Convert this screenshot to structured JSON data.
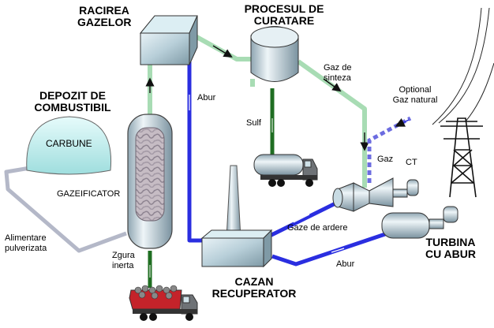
{
  "labels": {
    "racirea_gazelor_1": "RACIREA",
    "racirea_gazelor_2": "GAZELOR",
    "procesul_de_curatare_1": "PROCESUL DE",
    "procesul_de_curatare_2": "CURATARE",
    "depozit_1": "DEPOZIT DE",
    "depozit_2": "COMBUSTIBIL",
    "carbune": "CARBUNE",
    "gazeificator": "GAZEIFICATOR",
    "alimentare_1": "Alimentare",
    "alimentare_2": "pulverizata",
    "zgura_1": "Zgura",
    "zgura_2": "inerta",
    "abur_vertical": "Abur",
    "sulf": "Sulf",
    "gaz_de_sinteza_1": "Gaz de",
    "gaz_de_sinteza_2": "sinteza",
    "optional_1": "Optional",
    "optional_2": "Gaz natural",
    "gaz": "Gaz",
    "ct": "CT",
    "gaze_de_ardere": "Gaze de ardere",
    "abur_bottom": "Abur",
    "turbina_1": "TURBINA",
    "turbina_2": "CU ABUR",
    "cazan_1": "CAZAN",
    "cazan_2": "RECUPERATOR"
  },
  "colors": {
    "gas_line": "#a8dcb4",
    "steam_line": "#2a2ee0",
    "feed_line": "#b4b8c8",
    "slag_line": "#1f6e22",
    "equipment": "#b8ccd6",
    "natural_gas": "#7070e0"
  }
}
